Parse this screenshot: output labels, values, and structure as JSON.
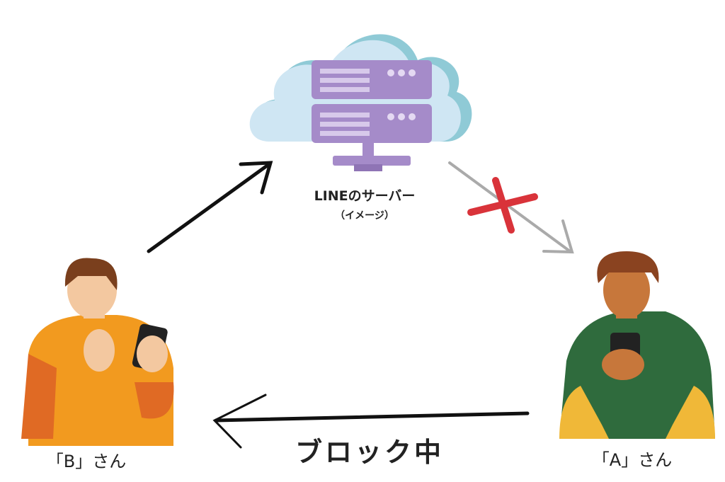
{
  "server": {
    "label": "LINEのサーバー",
    "sublabel": "（イメージ）"
  },
  "person_b": {
    "label": "「B」さん"
  },
  "person_a": {
    "label": "「A」さん"
  },
  "block_arrow": {
    "label": "ブロック中"
  },
  "colors": {
    "cloud": "#cfe6f3",
    "cloud_edge": "#8fcad6",
    "server": "#a58bc9",
    "blocked_x": "#d9333a",
    "gray_arrow": "#aaaaaa"
  }
}
